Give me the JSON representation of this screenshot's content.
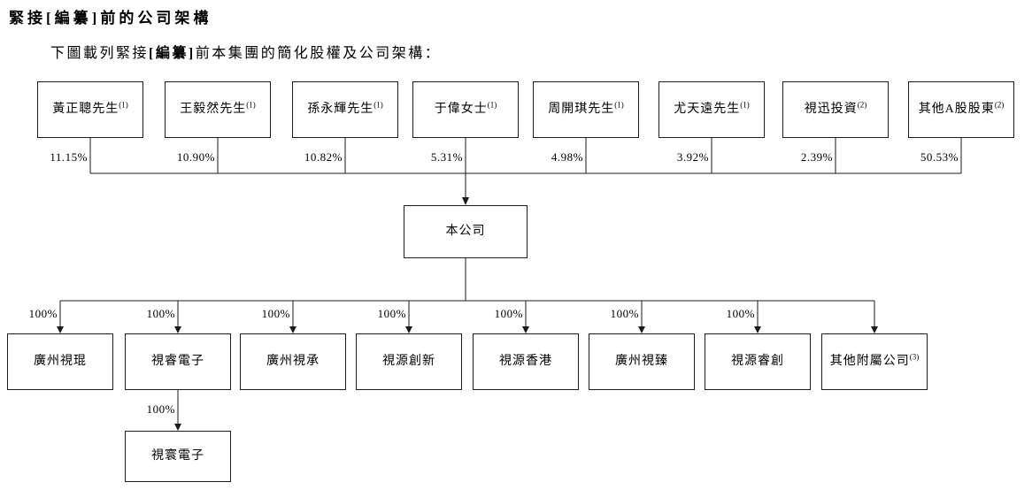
{
  "heading": "緊接[編纂]前的公司架構",
  "intro": {
    "pre": "下圖載列緊接",
    "redacted": "[編纂]",
    "post": "前本集團的簡化股權及公司架構："
  },
  "shareholders": [
    {
      "name": "黃正聰先生",
      "note": "(1)",
      "percent": "11.15%"
    },
    {
      "name": "王毅然先生",
      "note": "(1)",
      "percent": "10.90%"
    },
    {
      "name": "孫永輝先生",
      "note": "(1)",
      "percent": "10.82%"
    },
    {
      "name": "于偉女士",
      "note": "(1)",
      "percent": "5.31%"
    },
    {
      "name": "周開琪先生",
      "note": "(1)",
      "percent": "4.98%"
    },
    {
      "name": "尤天遠先生",
      "note": "(1)",
      "percent": "3.92%"
    },
    {
      "name": "視迅投資",
      "note": "(2)",
      "percent": "2.39%"
    },
    {
      "name": "其他A股股東",
      "note": "(2)",
      "percent": "50.53%"
    }
  ],
  "company": {
    "name": "本公司"
  },
  "subsidiaries": [
    {
      "name": "廣州視琨",
      "note": "",
      "percent": "100%"
    },
    {
      "name": "視睿電子",
      "note": "",
      "percent": "100%"
    },
    {
      "name": "廣州視承",
      "note": "",
      "percent": "100%"
    },
    {
      "name": "視源創新",
      "note": "",
      "percent": "100%"
    },
    {
      "name": "視源香港",
      "note": "",
      "percent": "100%"
    },
    {
      "name": "廣州視臻",
      "note": "",
      "percent": "100%"
    },
    {
      "name": "視源睿創",
      "note": "",
      "percent": "100%"
    },
    {
      "name": "其他附屬公司",
      "note": "(3)",
      "percent": ""
    }
  ],
  "second_level": {
    "name": "視寰電子",
    "note": "",
    "percent": "100%",
    "parent": "視睿電子"
  }
}
